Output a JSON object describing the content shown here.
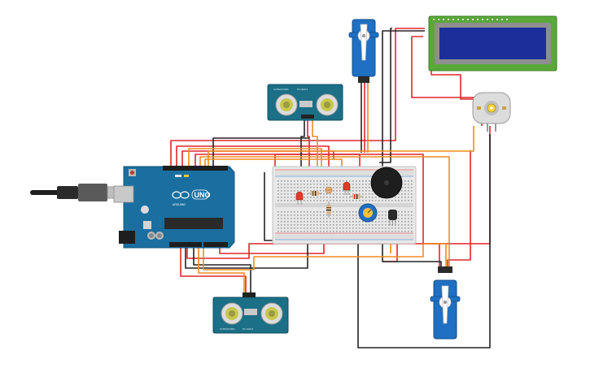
{
  "arduino": {
    "model": "UNO",
    "brand": "ARDUINO"
  },
  "sensor_top": {
    "model": "HC-SR04",
    "label": "ULTRASONIC"
  },
  "sensor_bottom": {
    "model": "HC-SR04",
    "label": "ULTRASONIC"
  },
  "colors": {
    "wire_red": "#e0262b",
    "wire_black": "#232323",
    "wire_orange": "#f08c1e",
    "arduino": "#1a6fa0",
    "servo": "#1f6fc2",
    "lcd_board": "#5aa83a",
    "lcd_screen": "#1c2e9a",
    "sensor_board": "#1b6f86",
    "breadboard": "#e8e8e8"
  }
}
